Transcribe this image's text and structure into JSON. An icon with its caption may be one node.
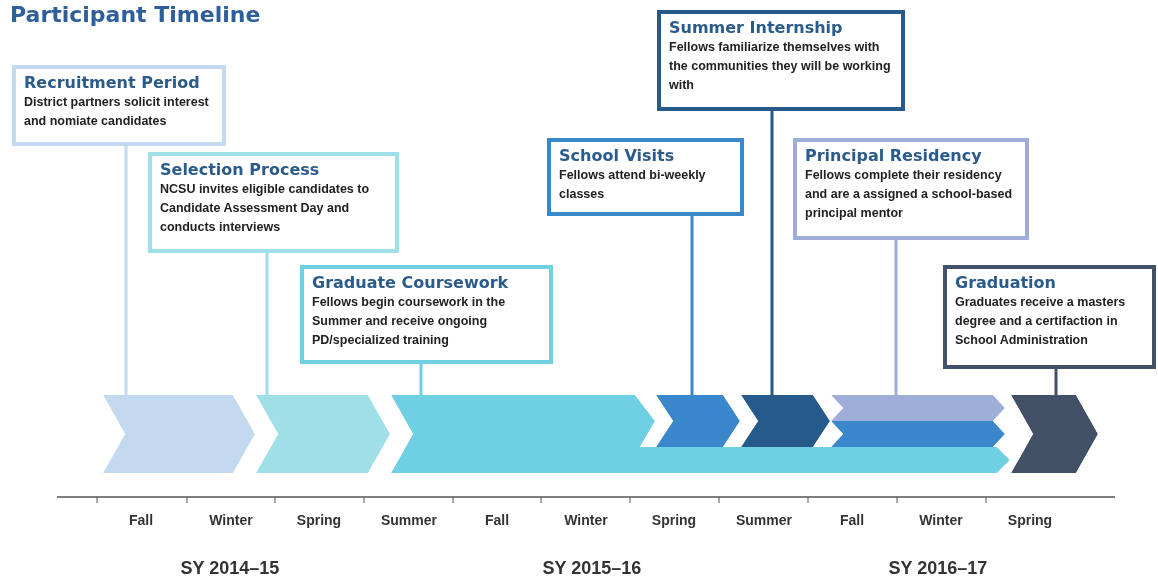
{
  "diagram": {
    "title": "Participant Timeline",
    "nodes": [
      {
        "text": [
          "Recruitment Period",
          "District partners solicit interest and nomiate candidates"
        ]
      },
      {
        "text": [
          "Selection Process",
          "NCSU invites eligible candidates to Candidate Assessment Day and conducts interviews"
        ]
      },
      {
        "text": [
          "Graduate Coursework",
          "Fellows begin coursework in the Summer and receive ongoing PD/specialized training"
        ]
      },
      {
        "text": [
          "School Visits",
          "Fellows attend bi-weekly classes"
        ]
      },
      {
        "text": [
          "Summer Internship",
          "Fellows familiarize themselves with the communities they will be working with"
        ]
      },
      {
        "text": [
          "Principal Residency",
          "Fellows complete their residency and are a assigned a school-based principal mentor"
        ]
      },
      {
        "text": [
          "Graduation",
          "Graduates receive a masters degree and a certifaction in School Administration"
        ]
      },
      {
        "text": [],
        "shape": "bar"
      },
      {
        "text": [],
        "shape": "bar"
      },
      {
        "text": [],
        "shape": "bar"
      },
      {
        "text": [],
        "shape": "bar"
      },
      {
        "text": [],
        "shape": "bar"
      },
      {
        "text": [],
        "shape": "bar"
      },
      {
        "text": [],
        "shape": "bar"
      },
      {
        "text": [],
        "shape": "bar"
      },
      {
        "text": [],
        "shape": "bar"
      }
    ],
    "edges": [
      {
        "from": 0,
        "to": 7,
        "arrow": "none",
        "color": "#c3d9ef"
      },
      {
        "from": 1,
        "to": 8,
        "arrow": "none",
        "color": "#9fdfe8"
      },
      {
        "from": 2,
        "to": 9,
        "arrow": "none",
        "color": "#6fcfe3"
      },
      {
        "from": 3,
        "to": 11,
        "arrow": "none",
        "color": "#3b87cc"
      },
      {
        "from": 4,
        "to": 12,
        "arrow": "none",
        "color": "#255a8a"
      },
      {
        "from": 5,
        "to": 13,
        "arrow": "none",
        "color": "#9faed8"
      },
      {
        "from": 6,
        "to": 15,
        "arrow": "none",
        "color": "#425168"
      }
    ],
    "labels": [
      "Fall",
      "Winter",
      "Spring",
      "Summer",
      "Fall",
      "Winter",
      "Spring",
      "Summer",
      "Fall",
      "Winter",
      "Spring",
      "SY 2014–15",
      "SY 2015–16",
      "SY 2016–17"
    ]
  }
}
